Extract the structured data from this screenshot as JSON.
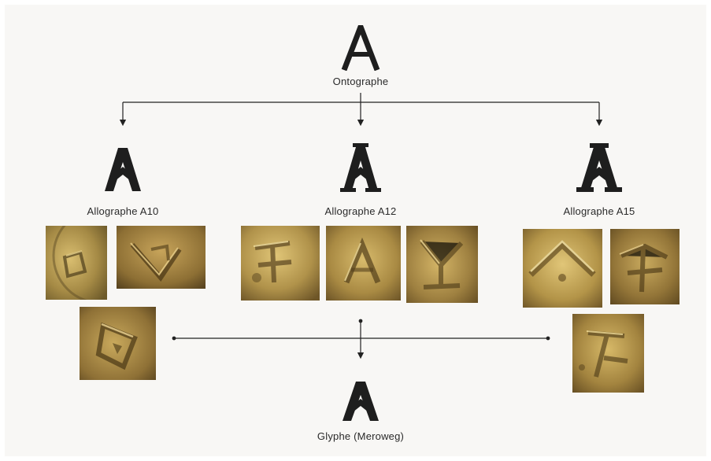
{
  "ontographe": {
    "label": "Ontographe",
    "icon": "letter-a-ontographe-icon"
  },
  "allographes": [
    {
      "label": "Allographe A10",
      "icon": "letter-a-allograph-a10-icon"
    },
    {
      "label": "Allographe A12",
      "icon": "letter-a-allograph-a12-icon"
    },
    {
      "label": "Allographe A15",
      "icon": "letter-a-allograph-a15-icon"
    }
  ],
  "glyphe": {
    "label": "Glyphe (Meroweg)",
    "icon": "letter-a-glyphe-meroweg-icon"
  },
  "colors": {
    "background": "#f8f7f5",
    "ink": "#1e1e1e",
    "gold_light": "#d6b562",
    "gold_dark": "#7a5a1c"
  }
}
